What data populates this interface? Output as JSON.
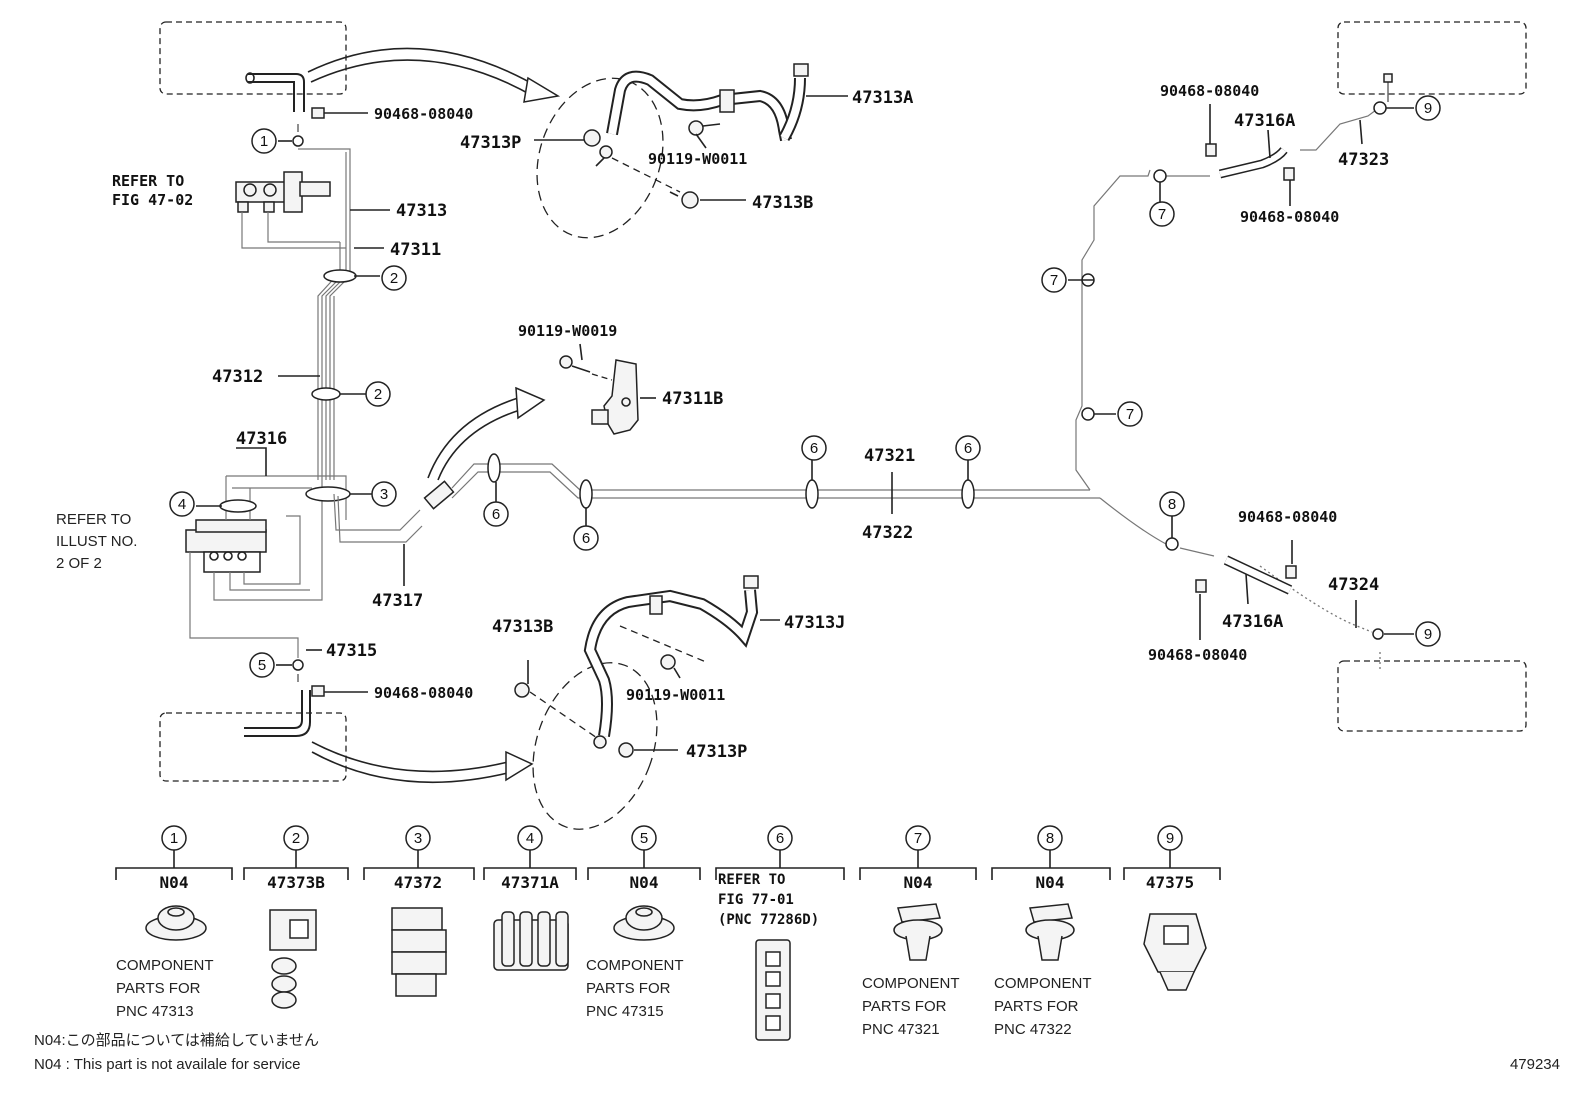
{
  "callouts": {
    "c1": "1",
    "c2": "2",
    "c3": "3",
    "c4": "4",
    "c5": "5",
    "c6": "6",
    "c7": "7",
    "c8": "8",
    "c9": "9"
  },
  "labels": {
    "p90468_08040": "90468-08040",
    "p47313A": "47313A",
    "p47313P": "47313P",
    "p90119_W0011": "90119-W0011",
    "p47313B": "47313B",
    "refer_fig_line1": "REFER TO",
    "refer_fig_line2": "FIG 47-02",
    "p47313": "47313",
    "p47311": "47311",
    "p47312": "47312",
    "p90119_W0019": "90119-W0019",
    "p47311B": "47311B",
    "p47316": "47316",
    "refer_illust_line1": "REFER TO",
    "refer_illust_line2": "ILLUST NO.",
    "refer_illust_line3": "2 OF 2",
    "p47317": "47317",
    "p47315": "47315",
    "p47313J": "47313J",
    "p47321": "47321",
    "p47322": "47322",
    "p47316A": "47316A",
    "p47323": "47323",
    "p47324": "47324"
  },
  "legend": [
    {
      "callout": "1",
      "title": "N04",
      "caption": [
        "COMPONENT",
        "PARTS FOR",
        "PNC 47313"
      ]
    },
    {
      "callout": "2",
      "title": "47373B",
      "caption": []
    },
    {
      "callout": "3",
      "title": "47372",
      "caption": []
    },
    {
      "callout": "4",
      "title": "47371A",
      "caption": []
    },
    {
      "callout": "5",
      "title": "N04",
      "caption": [
        "COMPONENT",
        "PARTS FOR",
        "PNC 47315"
      ]
    },
    {
      "callout": "6",
      "title": "",
      "caption": [],
      "refer": [
        "REFER TO",
        "FIG 77-01",
        "(PNC 77286D)"
      ]
    },
    {
      "callout": "7",
      "title": "N04",
      "caption": [
        "COMPONENT",
        "PARTS FOR",
        "PNC 47321"
      ]
    },
    {
      "callout": "8",
      "title": "N04",
      "caption": [
        "COMPONENT",
        "PARTS FOR",
        "PNC 47322"
      ]
    },
    {
      "callout": "9",
      "title": "47375",
      "caption": []
    }
  ],
  "notes": {
    "jp": "N04:この部品については補給していません",
    "en": "N04 : This part is not availale for service"
  },
  "figure_id": "479234"
}
